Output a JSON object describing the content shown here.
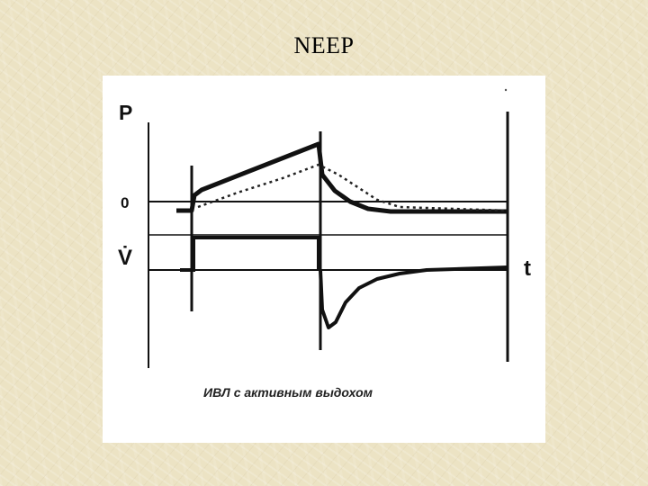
{
  "slide": {
    "title": "NEEP"
  },
  "figure": {
    "pressure_axis_label": "P",
    "zero_label": "0",
    "flow_axis_label": "V̇",
    "time_axis_label": "t",
    "caption": "ИВЛ с активным выдохом"
  }
}
